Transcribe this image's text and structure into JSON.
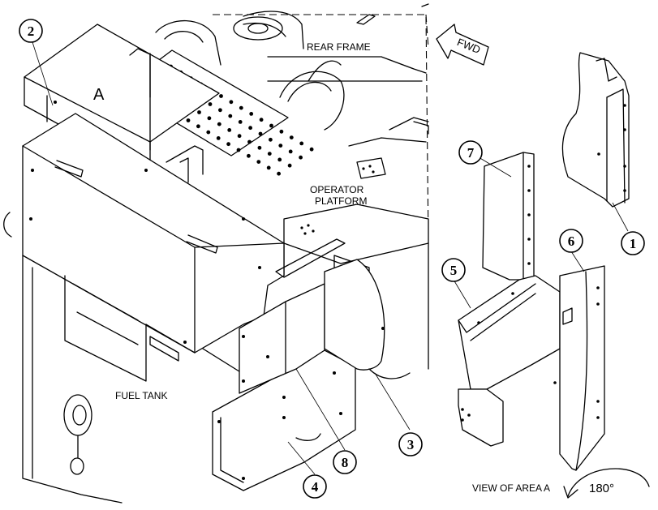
{
  "callouts": [
    "1",
    "2",
    "3",
    "4",
    "5",
    "6",
    "7",
    "8"
  ],
  "labels": {
    "rear_frame": "REAR FRAME",
    "operator_platform_line1": "OPERATOR",
    "operator_platform_line2": "PLATFORM",
    "fuel_tank": "FUEL TANK",
    "area_marker": "A",
    "fwd": "FWD",
    "view_of_area": "VIEW OF AREA  A",
    "rotation": "180°"
  }
}
